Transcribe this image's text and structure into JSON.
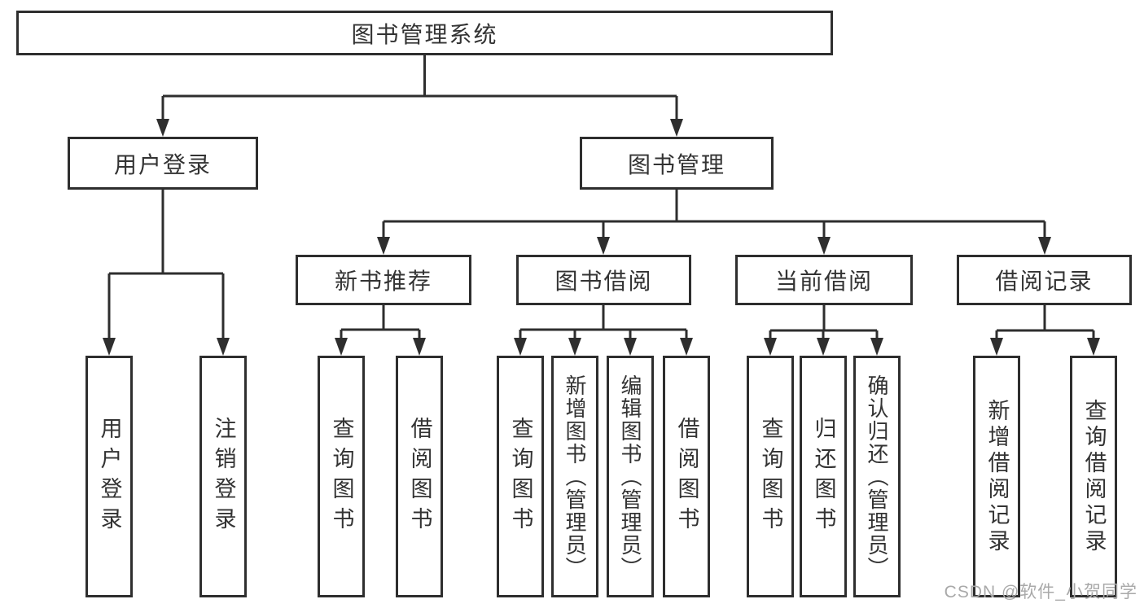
{
  "diagram": {
    "root": {
      "label": "图书管理系统"
    },
    "branches": [
      {
        "label": "用户登录",
        "leaves": [
          {
            "label": "用户登录"
          },
          {
            "label": "注销登录"
          }
        ]
      },
      {
        "label": "图书管理",
        "groups": [
          {
            "label": "新书推荐",
            "leaves": [
              {
                "label": "查询图书"
              },
              {
                "label": "借阅图书"
              }
            ]
          },
          {
            "label": "图书借阅",
            "leaves": [
              {
                "label": "查询图书"
              },
              {
                "label": "新增图书（管理员）"
              },
              {
                "label": "编辑图书（管理员）"
              },
              {
                "label": "借阅图书"
              }
            ]
          },
          {
            "label": "当前借阅",
            "leaves": [
              {
                "label": "查询图书"
              },
              {
                "label": "归还图书"
              },
              {
                "label": "确认归还（管理员）"
              }
            ]
          },
          {
            "label": "借阅记录",
            "leaves": [
              {
                "label": "新增借阅记录"
              },
              {
                "label": "查询借阅记录"
              }
            ]
          }
        ]
      }
    ],
    "watermark": "CSDN @软件_小贺同学"
  },
  "colors": {
    "line": "#2e2e2e",
    "text": "#333333",
    "background": "#ffffff",
    "watermark": "#a9a9a9"
  }
}
